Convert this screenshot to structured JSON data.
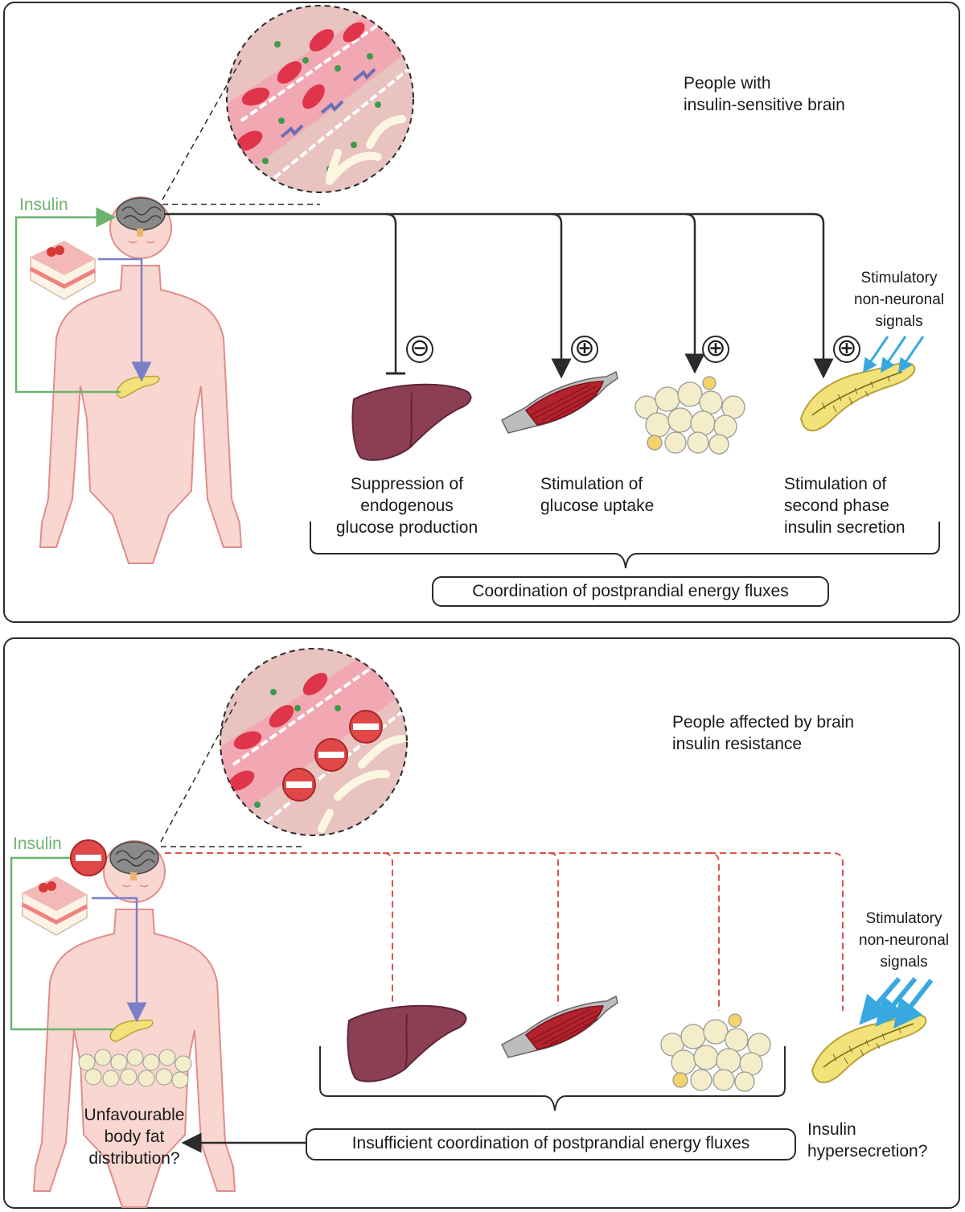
{
  "top_panel": {
    "title": "People with\ninsulin-sensitive brain",
    "insulin_label": "Insulin",
    "signs": [
      "⊖",
      "⊕",
      "⊕",
      "⊕"
    ],
    "stimulatory_label": "Stimulatory\nnon-neuronal\nsignals",
    "caption_liver": "Suppression of\nendogenous\nglucose production",
    "caption_muscle_fat": "Stimulation of\nglucose uptake",
    "caption_pancreas": "Stimulation of\nsecond phase\ninsulin secretion",
    "summary": "Coordination of postprandial energy fluxes"
  },
  "bottom_panel": {
    "title": "People affected by brain\ninsulin resistance",
    "insulin_label": "Insulin",
    "stimulatory_label": "Stimulatory\nnon-neuronal\nsignals",
    "body_fat_label": "Unfavourable\nbody fat\ndistribution?",
    "hypersecretion_label": "Insulin\nhypersecretion?",
    "summary": "Insufficient coordination of postprandial energy fluxes"
  },
  "colors": {
    "body": "#f9d6d0",
    "body_outline": "#e08d8d",
    "liver": "#8c3e55",
    "muscle": "#b3222e",
    "fat": "#f3edc9",
    "pancreas": "#f3e27a",
    "insulin_arrow": "#6db36d",
    "food_arrow": "#7b7fc7",
    "signal_arrow": "#38a9e0",
    "resistance_line": "#d9534f",
    "block_circle": "#e04848"
  }
}
